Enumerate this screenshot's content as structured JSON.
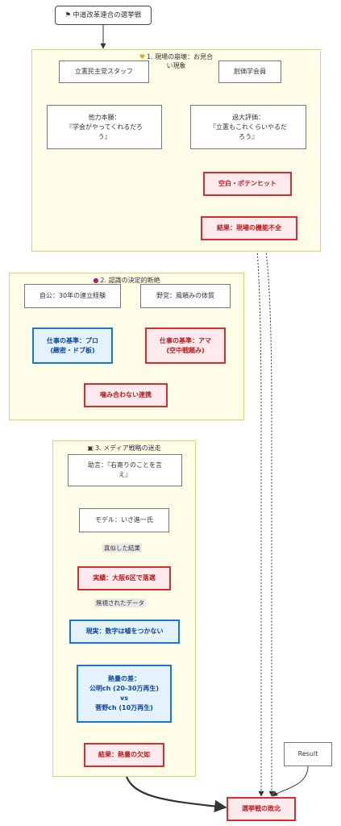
{
  "start": {
    "icon": "flag-icon",
    "label": "中道改革連合の選挙戦"
  },
  "group1": {
    "icon": "yellow-heart-icon",
    "title": "1. 現場の崩壊：お見合\nい現象",
    "node_cdp_staff": "立憲民主党スタッフ",
    "node_soka": "創価学会員",
    "node_reliance": "他力本願：\n『学会がやってくれるだろ\nう』",
    "node_overestimate": "過大評価：\n『立憲もこれくらいやるだ\nろう』",
    "node_blank": "空白・ポテンヒット",
    "node_dysfunction": "結果：現場の機能不全"
  },
  "group2": {
    "icon": "brain-icon",
    "title": "2. 認識の決定的断絶",
    "node_jikou": "自公：30年の連立経験",
    "node_yatou": "野党：風頼みの体質",
    "node_pro": "仕事の基準：プロ\n(緻密・ドブ板)",
    "node_amateur": "仕事の基準：アマ\n(空中戦頼み)",
    "node_mismatch": "噛み合わない連携"
  },
  "group3": {
    "icon": "clapper-icon",
    "title": "3. メディア戦略の迷走",
    "node_advice": "助言：『右寄りのことを言\nえ』",
    "node_model": "モデル：いさ進一氏",
    "edge_imitated": "真似した結果",
    "node_lost": "実績：大阪6区で落選",
    "edge_ignored": "無視されたデータ",
    "node_numbers": "現実：数字は嘘をつかない",
    "node_heat": "熱量の差：\n公明ch (20-30万再生)\nvs\n菅野ch (10万再生)",
    "node_lack": "結果：熱量の欠如"
  },
  "node_result": "Result",
  "node_defeat": "選挙戦の敗北",
  "colors": {
    "edge": "#333333",
    "red": "#d32f2f",
    "blue": "#1976d2",
    "group": "#fffde7"
  }
}
